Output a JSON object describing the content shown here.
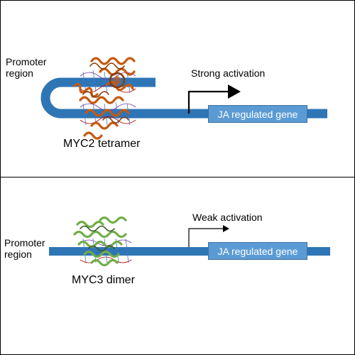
{
  "top_panel": {
    "promoter_label_line1": "Promoter",
    "promoter_label_line2": "region",
    "activation_label": "Strong activation",
    "gene_label": "JA regulated gene",
    "protein_label": "MYC2 tetramer"
  },
  "bottom_panel": {
    "promoter_label_line1": "Promoter",
    "promoter_label_line2": "region",
    "activation_label": "Weak activation",
    "gene_label": "JA regulated gene",
    "protein_label": "MYC3 dimer"
  },
  "colors": {
    "dna": "#2e75b6",
    "gene_box": "#5b9bd5",
    "myc2_protein": "#c55a11",
    "myc3_protein": "#70ad47"
  }
}
